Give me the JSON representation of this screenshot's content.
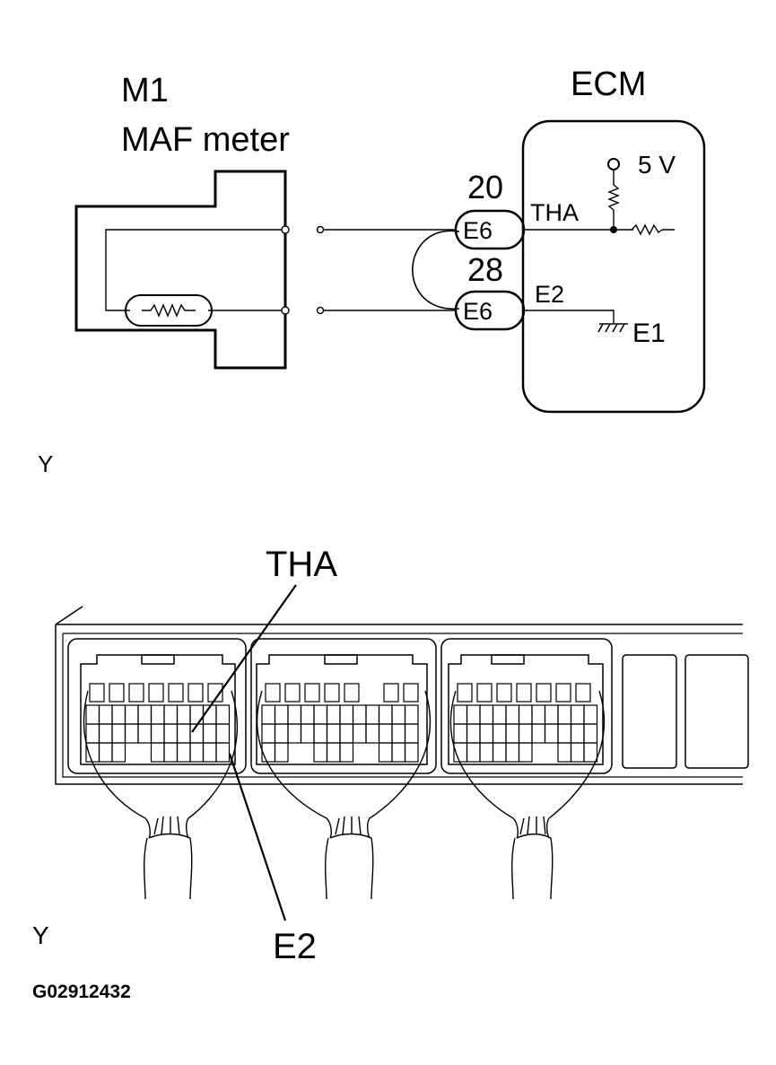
{
  "circuit": {
    "sensor_code": "M1",
    "sensor_name": "MAF meter",
    "ecm_label": "ECM",
    "voltage_label": "5 V",
    "pin_tha_number": "20",
    "pin_e2_number": "28",
    "connector_tha": "E6",
    "connector_e2": "E6",
    "signal_tha": "THA",
    "signal_e2": "E2",
    "ground_label": "E1"
  },
  "view_marker_top": "Y",
  "connector_view": {
    "callout_tha": "THA",
    "callout_e2": "E2"
  },
  "view_marker_bottom": "Y",
  "figure_id": "G02912432"
}
